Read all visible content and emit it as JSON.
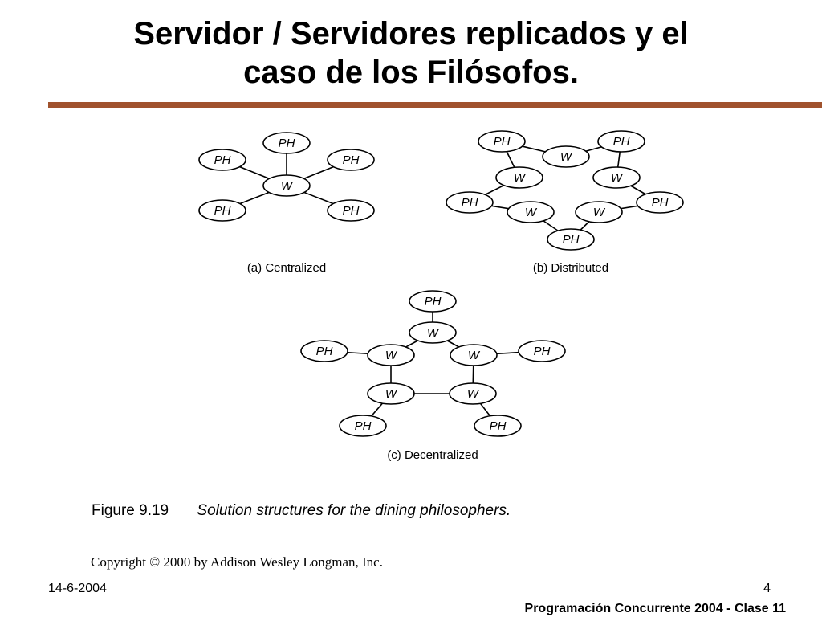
{
  "slide": {
    "title_line1": "Servidor / Servidores replicados y el",
    "title_line2": "caso de los Filósofos.",
    "accent_color": "#a0522d"
  },
  "figure": {
    "caption_number": "Figure 9.19",
    "caption_text": "Solution structures for the dining philosophers.",
    "copyright": "Copyright © 2000 by Addison Wesley Longman, Inc.",
    "panels": [
      {
        "id": "centralized",
        "label": "(a) Centralized",
        "nodes": [
          {
            "id": "w",
            "label": "W"
          },
          {
            "id": "p1",
            "label": "PH"
          },
          {
            "id": "p2",
            "label": "PH"
          },
          {
            "id": "p3",
            "label": "PH"
          },
          {
            "id": "p4",
            "label": "PH"
          },
          {
            "id": "p5",
            "label": "PH"
          }
        ],
        "edges": [
          [
            "w",
            "p1"
          ],
          [
            "w",
            "p2"
          ],
          [
            "w",
            "p3"
          ],
          [
            "w",
            "p4"
          ],
          [
            "w",
            "p5"
          ]
        ]
      },
      {
        "id": "distributed",
        "label": "(b) Distributed",
        "nodes": [
          {
            "id": "w1",
            "label": "W"
          },
          {
            "id": "w2",
            "label": "W"
          },
          {
            "id": "w3",
            "label": "W"
          },
          {
            "id": "w4",
            "label": "W"
          },
          {
            "id": "w5",
            "label": "W"
          },
          {
            "id": "p1",
            "label": "PH"
          },
          {
            "id": "p2",
            "label": "PH"
          },
          {
            "id": "p3",
            "label": "PH"
          },
          {
            "id": "p4",
            "label": "PH"
          },
          {
            "id": "p5",
            "label": "PH"
          }
        ],
        "edges": [
          [
            "p1",
            "w1"
          ],
          [
            "w1",
            "p2"
          ],
          [
            "p2",
            "w2"
          ],
          [
            "w2",
            "p3"
          ],
          [
            "p3",
            "w3"
          ],
          [
            "w3",
            "p4"
          ],
          [
            "p4",
            "w4"
          ],
          [
            "w4",
            "p5"
          ],
          [
            "p5",
            "w5"
          ],
          [
            "w5",
            "p1"
          ]
        ]
      },
      {
        "id": "decentralized",
        "label": "(c) Decentralized",
        "nodes": [
          {
            "id": "w1",
            "label": "W"
          },
          {
            "id": "w2",
            "label": "W"
          },
          {
            "id": "w3",
            "label": "W"
          },
          {
            "id": "w4",
            "label": "W"
          },
          {
            "id": "w5",
            "label": "W"
          },
          {
            "id": "p1",
            "label": "PH"
          },
          {
            "id": "p2",
            "label": "PH"
          },
          {
            "id": "p3",
            "label": "PH"
          },
          {
            "id": "p4",
            "label": "PH"
          },
          {
            "id": "p5",
            "label": "PH"
          }
        ],
        "edges": [
          [
            "w1",
            "w2"
          ],
          [
            "w2",
            "w3"
          ],
          [
            "w3",
            "w4"
          ],
          [
            "w4",
            "w5"
          ],
          [
            "w5",
            "w1"
          ],
          [
            "w1",
            "p1"
          ],
          [
            "w2",
            "p2"
          ],
          [
            "w3",
            "p3"
          ],
          [
            "w4",
            "p4"
          ],
          [
            "w5",
            "p5"
          ]
        ]
      }
    ]
  },
  "footer": {
    "date": "14-6-2004",
    "page": "4",
    "course": "Programación Concurrente 2004 - Clase 11"
  }
}
